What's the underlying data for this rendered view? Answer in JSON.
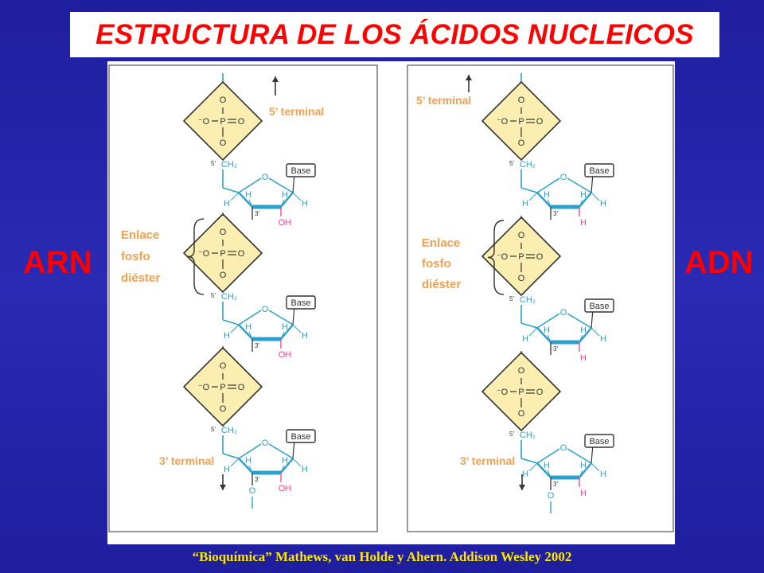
{
  "title": "ESTRUCTURA DE LOS ÁCIDOS NUCLEICOS",
  "left_label": "ARN",
  "right_label": "ADN",
  "citation": "“Bioquímica” Mathews, van Holde y Ahern. Addison Wesley 2002",
  "rna_panel": {
    "five_prime": "5’ terminal",
    "three_prime": "3’ terminal",
    "bond_lines": [
      "Enlace",
      "fosfo",
      "diéster"
    ],
    "sugar_2prime": "OH"
  },
  "dna_panel": {
    "five_prime": "5’ terminal",
    "three_prime": "3’ terminal",
    "bond_lines": [
      "Enlace",
      "fosfo",
      "diéster"
    ],
    "sugar_2prime": "H"
  },
  "chem": {
    "oxygen": "O",
    "phosphorus": "P",
    "hydrogen": "H",
    "minus_o": "⁻O",
    "ch2": "CH₂",
    "base": "Base",
    "pos5": "5′",
    "pos3": "3′"
  },
  "colors": {
    "background": "#2020a8",
    "title": "#ff0000",
    "label": "#ff0000",
    "citation": "#ffe600",
    "annotation": "#f0a050",
    "phosphate_fill": "#fbeeb0",
    "ribose_bond": "#2ba0cc",
    "hydroxyl": "#ff3d8a"
  }
}
